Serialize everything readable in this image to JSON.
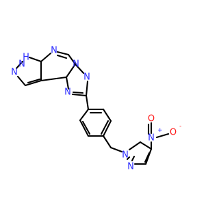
{
  "atoms": {
    "nh": "H",
    "n_h": "N",
    "n_pyr": "N",
    "n_pyrim": "N",
    "n_bridge": "N",
    "n_tri_top": "N",
    "n_tri_bot": "N",
    "n_pz_1": "N",
    "n_pz_2": "N",
    "n_nitro": "N",
    "n_nitro_charge": "+",
    "o_top": "O",
    "o_right": "O",
    "o_right_charge": "-"
  },
  "colors": {
    "carbon": "#000000",
    "nitrogen": "#2a2aff",
    "oxygen": "#ff1a1a"
  }
}
